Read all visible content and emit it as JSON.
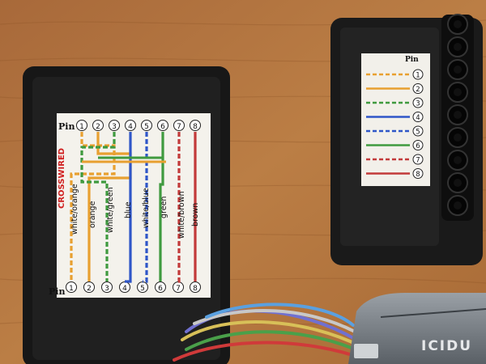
{
  "left_label": {
    "pin_top": "Pin",
    "pin_bottom": "Pin",
    "crossed": "CROSSWIRED",
    "top_pins": [
      "1",
      "2",
      "3",
      "4",
      "5",
      "6",
      "7",
      "8"
    ],
    "bottom_pins": [
      "1",
      "2",
      "3",
      "4",
      "5",
      "6",
      "7",
      "8"
    ],
    "wires": [
      "white/orange",
      "orange",
      "white/green",
      "blue",
      "white/blue",
      "green",
      "white/brown",
      "brown"
    ]
  },
  "right_label": {
    "pin": "Pin",
    "pins": [
      "1",
      "2",
      "3",
      "4",
      "5",
      "6",
      "7",
      "8"
    ]
  },
  "device_brand": "ICIDU",
  "colors": {
    "wood": "#b3763d",
    "orange": "#e8a030",
    "green": "#3f9a3f",
    "blue": "#2f56c8",
    "brown": "#c23a3a"
  }
}
